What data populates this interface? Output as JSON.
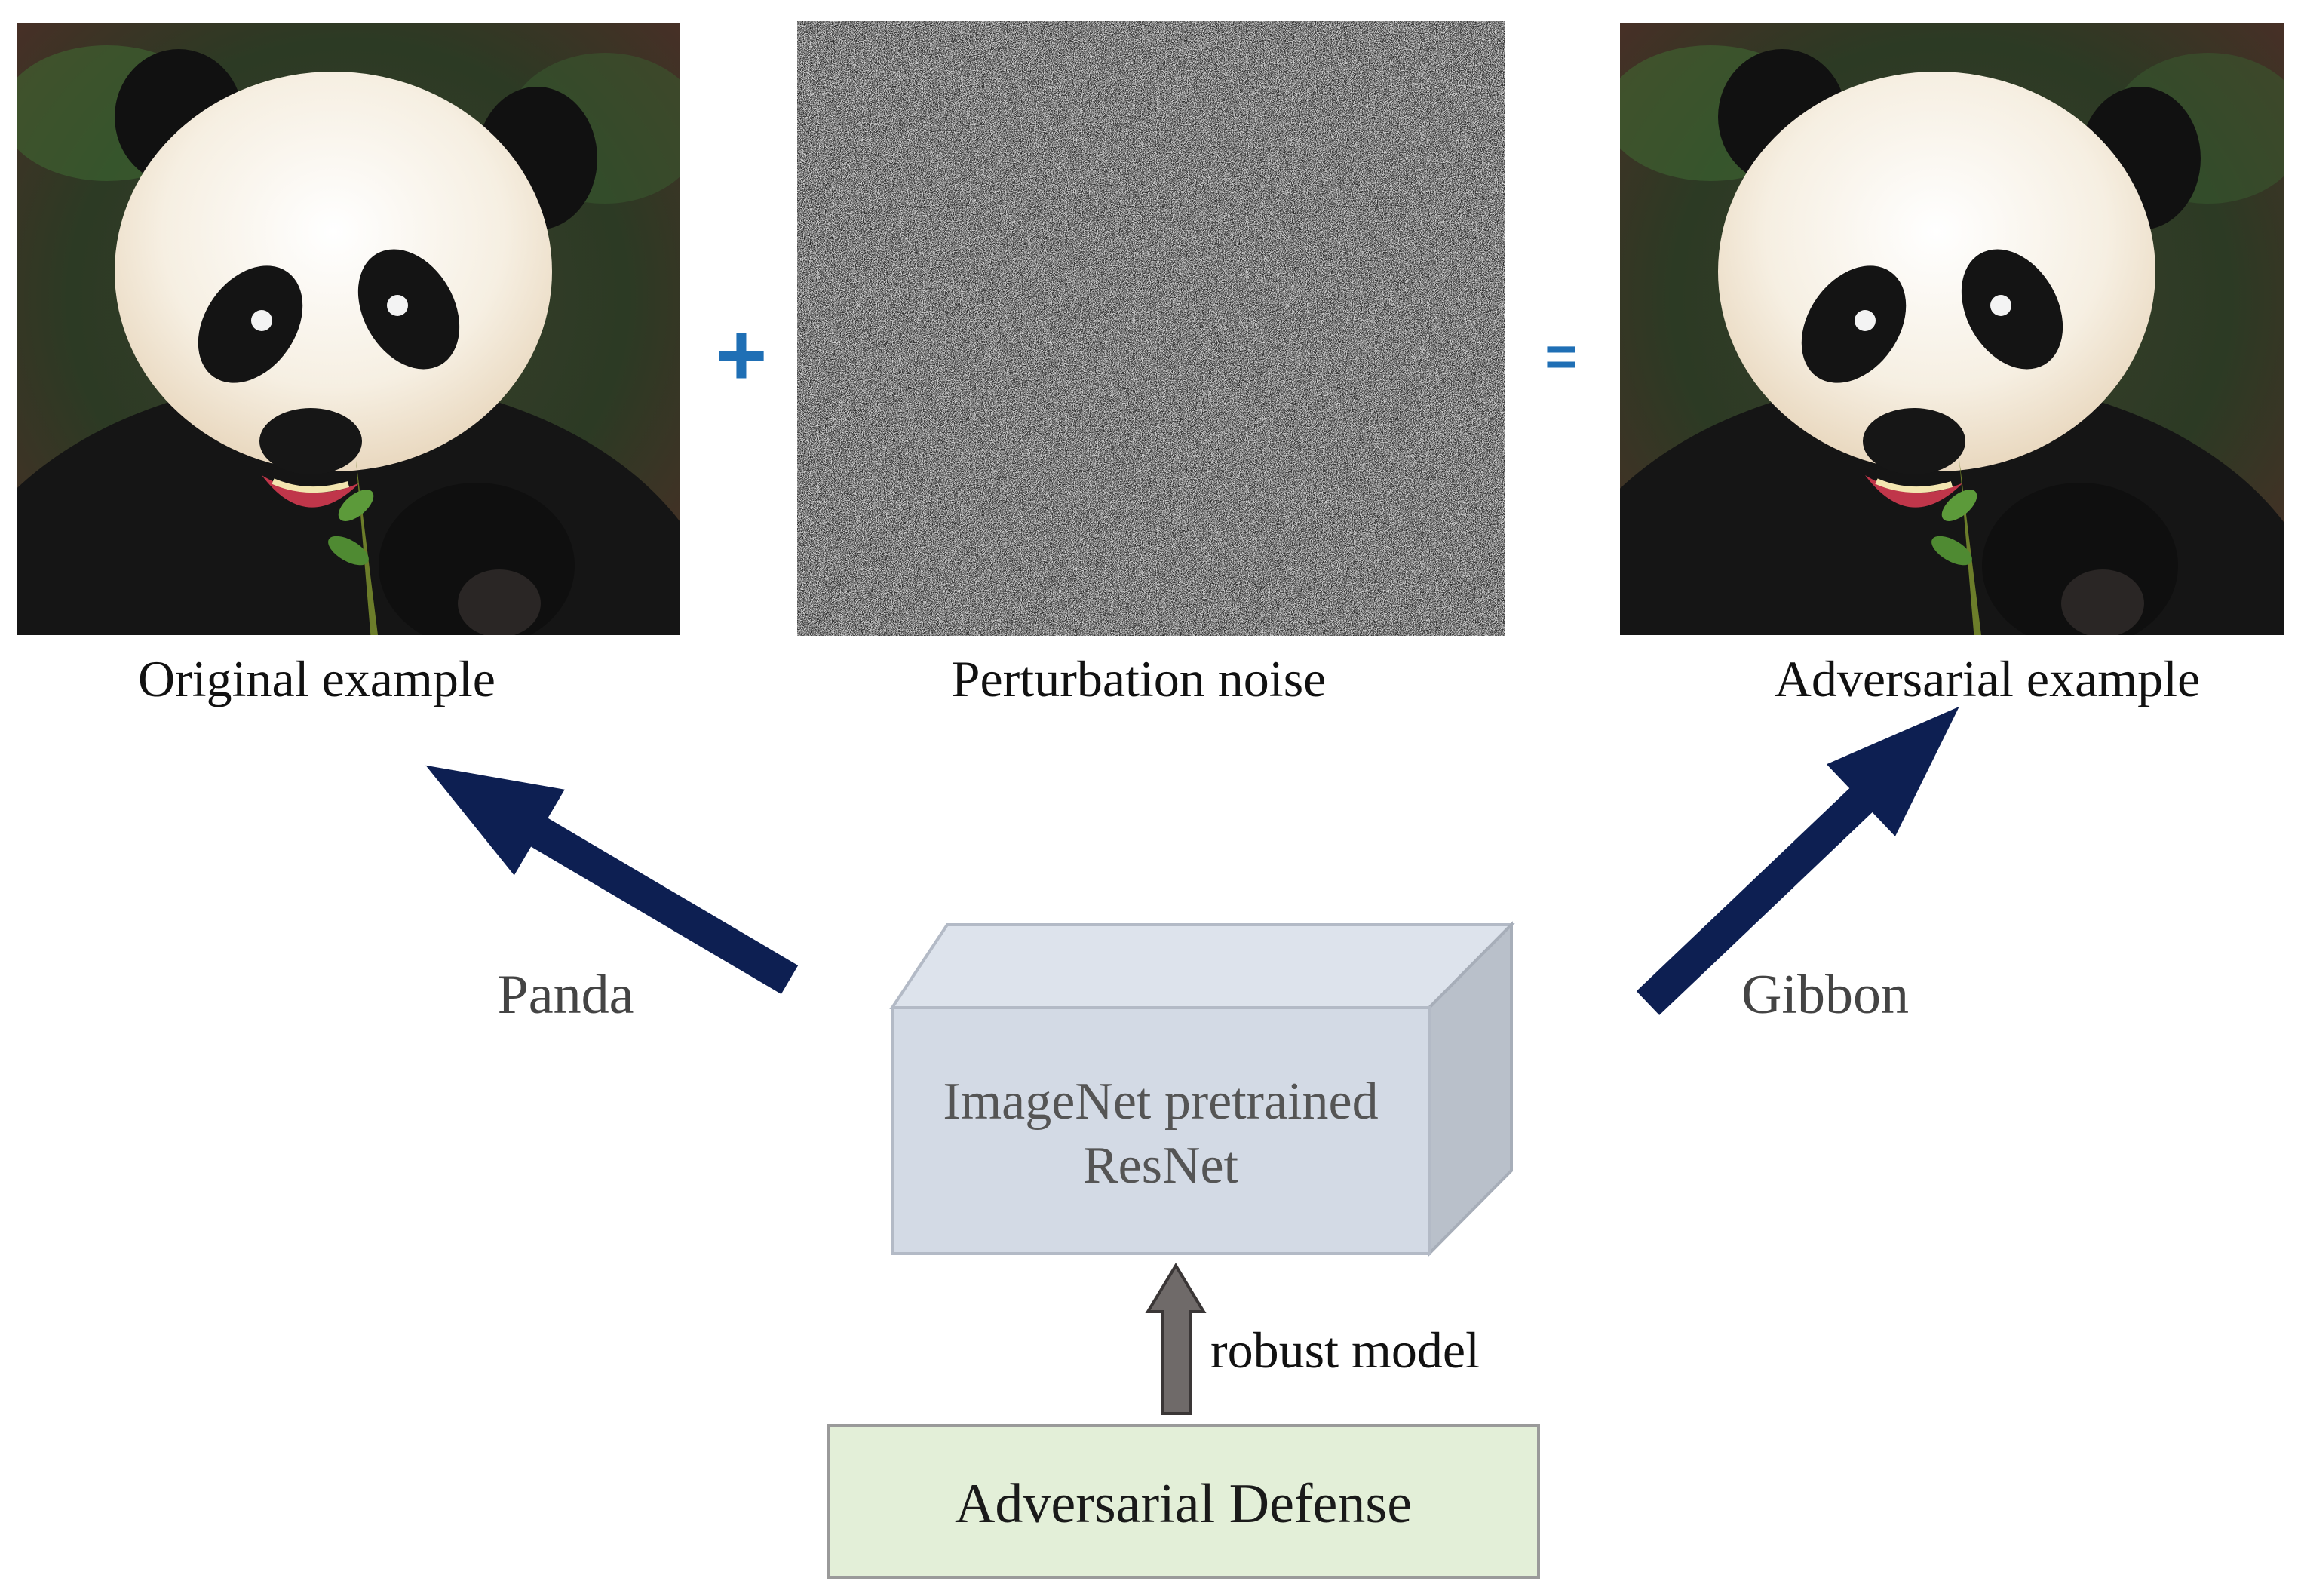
{
  "captions": {
    "original": "Original example",
    "noise": "Perturbation noise",
    "adversarial": "Adversarial example"
  },
  "operators": {
    "plus": "+",
    "equals": "="
  },
  "outputs": {
    "left": "Panda",
    "right": "Gibbon"
  },
  "model": {
    "line1": "ImageNet pretrained",
    "line2": "ResNet"
  },
  "defense": {
    "arrow_label": "robust model",
    "box_label": "Adversarial Defense"
  },
  "colors": {
    "arrow_dark": "#0d1f52",
    "arrow_gray": "#6f6a69",
    "operator_blue": "#1f6fb5",
    "model_front": "#d3dae5",
    "model_top": "#dde3ec",
    "model_side": "#b9c0ca",
    "defense_fill": "#e3efd8"
  }
}
